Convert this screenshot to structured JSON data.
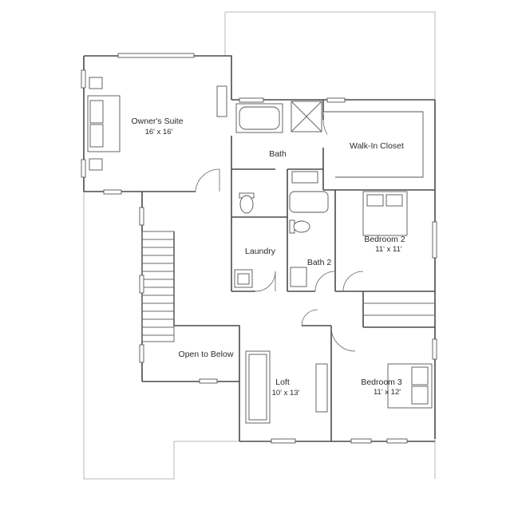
{
  "rooms": {
    "owners_suite": {
      "name": "Owner's Suite",
      "size": "16' x 16'"
    },
    "bath": {
      "name": "Bath"
    },
    "walk_in_closet": {
      "name": "Walk-In Closet"
    },
    "laundry": {
      "name": "Laundry"
    },
    "bath_2": {
      "name": "Bath 2"
    },
    "bedroom_2": {
      "name": "Bedroom 2",
      "size": "11' x 11'"
    },
    "open_to_below": {
      "name": "Open to Below"
    },
    "loft": {
      "name": "Loft",
      "size": "10' x 13'"
    },
    "bedroom_3": {
      "name": "Bedroom 3",
      "size": "11' x 12'"
    }
  }
}
